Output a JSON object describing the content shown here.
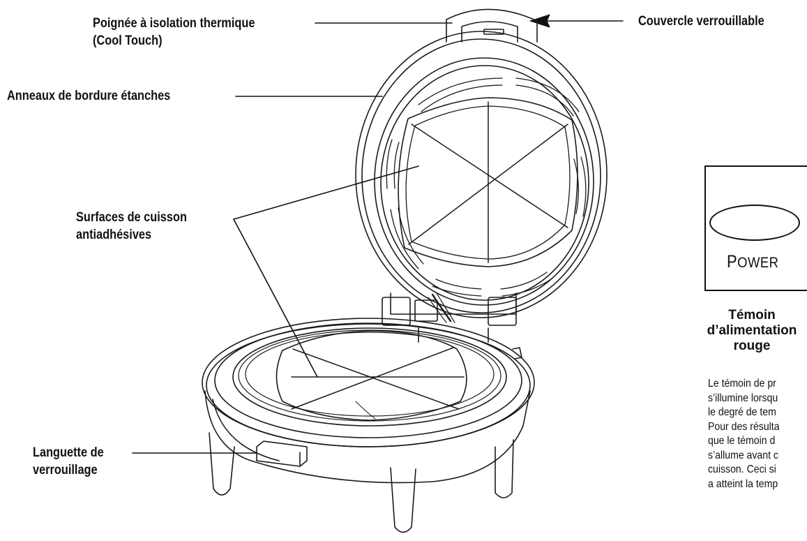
{
  "labels": {
    "handle_line1": "Poignée à isolation thermique",
    "handle_line2": "(Cool Touch)",
    "lid": "Couvercle verrouillable",
    "rings": "Anneaux de bordure étanches",
    "surfaces_line1": "Surfaces de cuisson",
    "surfaces_line2": "antiadhésives",
    "latch_line1": "Languette de",
    "latch_line2": "verrouillage"
  },
  "power_panel": {
    "button_label_first": "P",
    "button_label_rest": "OWER",
    "indicator_title": [
      "Témoin",
      "d’alimentation",
      "rouge"
    ],
    "indicator_desc": [
      "Le témoin de pr",
      "s’illumine lorsqu",
      "le degré de tem",
      "Pour des résulta",
      "que le témoin d",
      "s’allume avant c",
      "cuisson. Ceci si",
      "a atteint la temp"
    ]
  }
}
